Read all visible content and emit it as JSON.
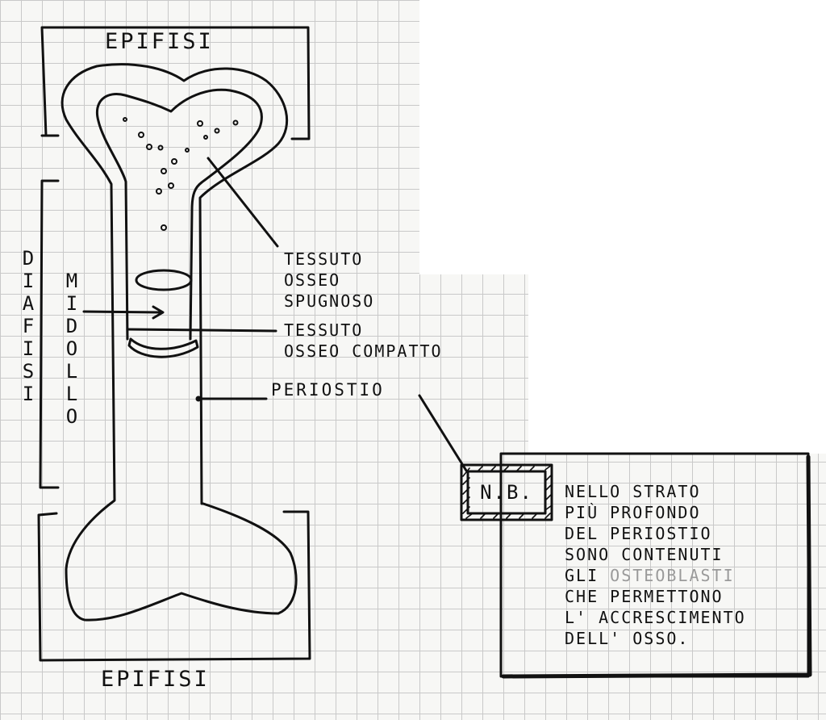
{
  "labels": {
    "epifisi_top": "EPIFISI",
    "epifisi_bottom": "EPIFISI",
    "diafisi": "DIAFISI",
    "midollo": "MIDOLLO",
    "tessuto_spugnoso": [
      "TESSUTO",
      "OSSEO",
      "SPUGNOSO"
    ],
    "tessuto_compatto": [
      "TESSUTO",
      "OSSEO COMPATTO"
    ],
    "periostio": "PERIOSTIO"
  },
  "note": {
    "badge": "N.B.",
    "lines": [
      "NELLO STRATO",
      "PIÙ PROFONDO",
      "DEL PERIOSTIO",
      "SONO CONTENUTI"
    ],
    "line5_prefix": "GLI",
    "line5_highlight": "OSTEOBLASTI",
    "lines_after": [
      "CHE PERMETTONO",
      "L' ACCRESCIMENTO",
      "DELL' OSSO."
    ]
  },
  "colors": {
    "ink": "#111111",
    "grid": "#c9c9c9",
    "highlight_text": "#9a9a9a"
  }
}
